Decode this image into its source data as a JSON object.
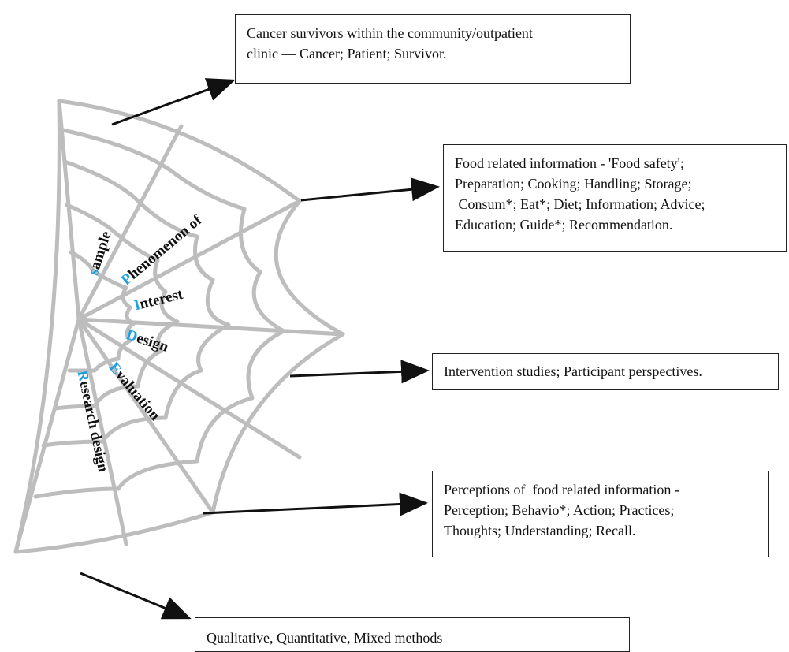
{
  "spider_labels": {
    "sample": {
      "initial": "s",
      "rest": "ample"
    },
    "phenomenon": {
      "initial": "P",
      "rest": "henomenon of"
    },
    "interest": {
      "initial": "I",
      "rest": "nterest"
    },
    "design": {
      "initial": "D",
      "rest": "esign"
    },
    "evaluation": {
      "initial": "E",
      "rest": "valuation"
    },
    "research": {
      "initial": "R",
      "rest": "esearch design"
    }
  },
  "boxes": {
    "sample": [
      "Cancer survivors within the community/outpatient",
      "clinic — Cancer; Patient; Survivor."
    ],
    "phenomenon": [
      "Food related information - 'Food safety';",
      "Preparation; Cooking; Handling; Storage;",
      " Consum*; Eat*; Diet; Information; Advice;",
      "Education; Guide*; Recommendation."
    ],
    "design": [
      "Intervention studies; Participant perspectives."
    ],
    "evaluation": [
      "Perceptions of  food related information -",
      "Perception; Behavio*; Action; Practices;",
      "Thoughts; Understanding; Recall."
    ],
    "research": [
      "Qualitative, Quantitative, Mixed methods"
    ]
  }
}
